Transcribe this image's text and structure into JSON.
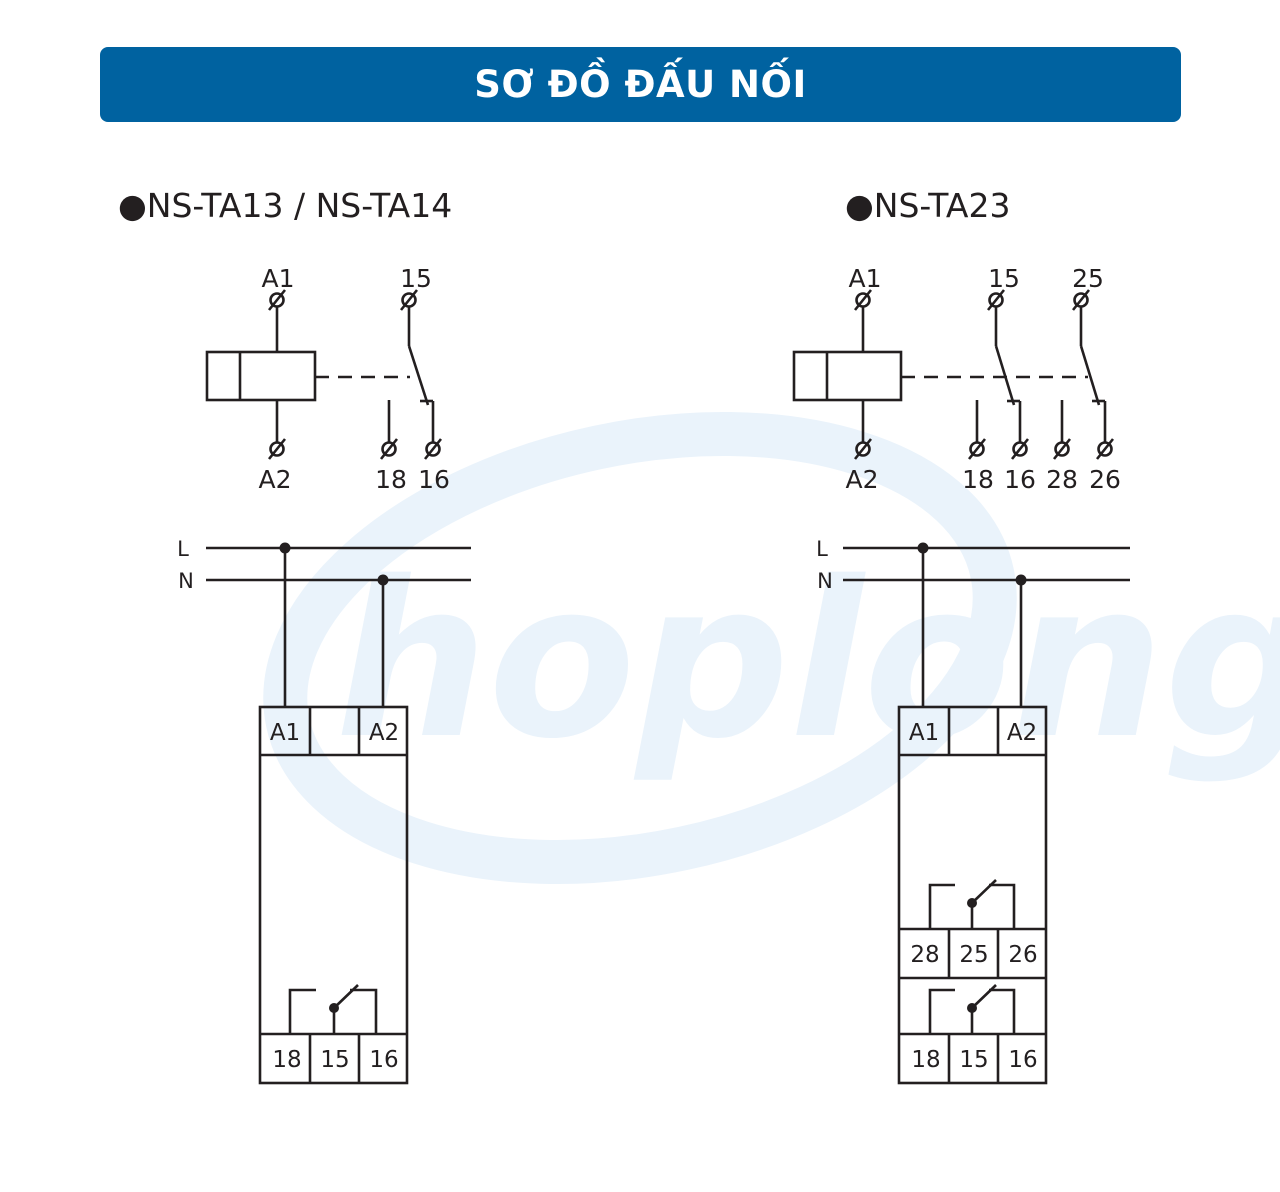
{
  "header": {
    "title": "SƠ ĐỒ ĐẤU NỐI"
  },
  "watermark": {
    "text": "hoplong",
    "color": "#eaf3fb"
  },
  "colors": {
    "banner": "#0062a0",
    "line": "#231f20"
  },
  "left": {
    "title": "●NS-TA13 / NS-TA14",
    "coil_top": "A1",
    "coil_bottom": "A2",
    "contact_common": "15",
    "contact_nc": "18",
    "contact_no": "16",
    "line_L": "L",
    "line_N": "N",
    "box_top": [
      "A1",
      "",
      "A2"
    ],
    "box_bottom": [
      "18",
      "15",
      "16"
    ]
  },
  "right": {
    "title": "●NS-TA23",
    "coil_top": "A1",
    "coil_bottom": "A2",
    "c1_common": "15",
    "c2_common": "25",
    "c1_nc": "18",
    "c1_no": "16",
    "c2_nc": "28",
    "c2_no": "26",
    "line_L": "L",
    "line_N": "N",
    "box_top": [
      "A1",
      "",
      "A2"
    ],
    "box_mid": [
      "28",
      "25",
      "26"
    ],
    "box_bottom": [
      "18",
      "15",
      "16"
    ]
  }
}
